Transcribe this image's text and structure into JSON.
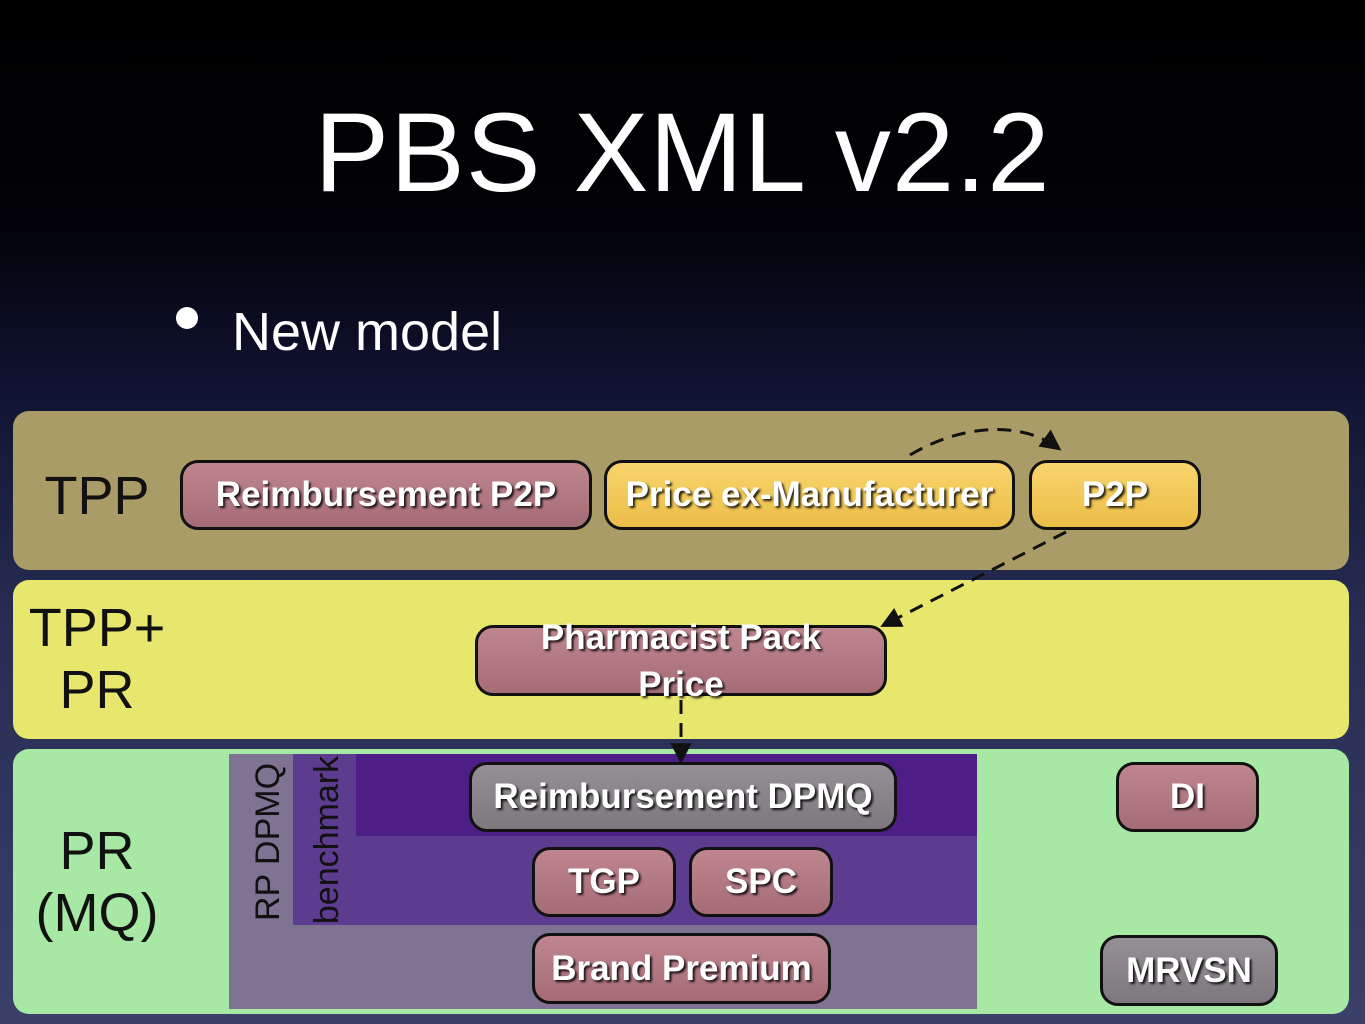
{
  "title": "PBS XML v2.2",
  "bullet": "New model",
  "bands": {
    "tpp": "TPP",
    "tpp_pr": "TPP+\nPR",
    "pr": "PR\n(MQ)"
  },
  "vertical_labels": {
    "rp_dpmq": "RP DPMQ",
    "benchmark": "benchmark"
  },
  "boxes": {
    "reimbursement_p2p": "Reimbursement P2P",
    "price_ex_manufacturer": "Price ex-Manufacturer",
    "p2p": "P2P",
    "pharmacist_pack_price": "Pharmacist Pack Price",
    "reimbursement_dpmq": "Reimbursement DPMQ",
    "tgp": "TGP",
    "spc": "SPC",
    "brand_premium": "Brand Premium",
    "di": "DI",
    "mrvsn": "MRVSN"
  },
  "colors": {
    "tpp_band": "#aa9c66",
    "tpp_pr_band": "#e7e76e",
    "pr_band": "#a7e8a4",
    "rose_box": "#b47a84",
    "gold_box": "#f2c95a",
    "grey_box": "#8a848b",
    "benchmark_region": "#4c1e86",
    "rp_dpmq_region": "#5c3c8e",
    "base_region": "#7e7392"
  }
}
